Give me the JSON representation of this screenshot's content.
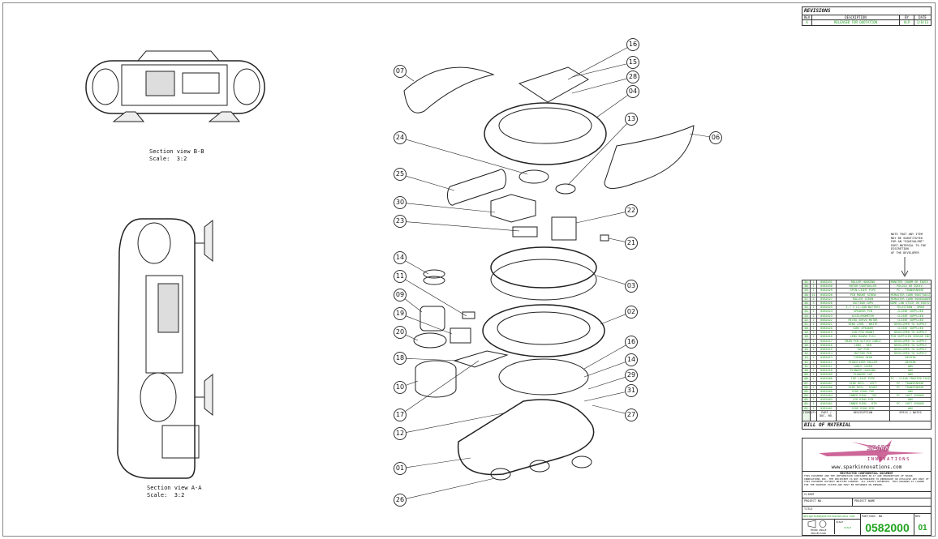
{
  "revisions": {
    "title": "REVISIONS",
    "headers": [
      "REV",
      "DESCRIPTION",
      "BY",
      "DATE"
    ],
    "rows": [
      {
        "rev": "A",
        "description": "RELEASED FOR QUOTATION",
        "by": "ALP",
        "date": "1/8/13"
      }
    ]
  },
  "views": [
    {
      "title": "Section view B-B",
      "scale": "Scale:  3:2"
    },
    {
      "title": "Section view A-A",
      "scale": "Scale:  3:2"
    }
  ],
  "callouts": [
    "16",
    "07",
    "15",
    "28",
    "04",
    "13",
    "06",
    "24",
    "25",
    "30",
    "23",
    "22",
    "21",
    "14",
    "11",
    "03",
    "09",
    "19",
    "02",
    "20",
    "16",
    "18",
    "14",
    "29",
    "10",
    "31",
    "17",
    "27",
    "12",
    "01",
    "26"
  ],
  "note": "NOTE THAT ANY ITEM\nMAY BE SUBSTITUTED\nFOR AN \"EQUIVALENT\"\nPART-MATERIAL TO THE\nDISCRETION\nOF THE DEVELOPER",
  "bom": {
    "title": "BILL OF MATERIAL",
    "headers": [
      "ITEM",
      "QTY",
      "PART / DOC. NO.",
      "DESCRIPTION",
      "SPECS / NOTES"
    ],
    "rows": [
      [
        "31",
        "1",
        "0582031",
        "ROLLER HOUSING",
        "MONSTER CHARM OR EQUIV."
      ],
      [
        "30",
        "1",
        "0582030",
        "MOTOR CONTROLLER",
        "POLOLU OR EQUIV."
      ],
      [
        "29",
        "1",
        "0582029",
        "SPIN LIGHT PIPE",
        "PC - TRANSPARENT"
      ],
      [
        "28",
        "10",
        "0582028",
        "PCB MOUNT SCREW",
        "MCMASTER CARR 90077A012"
      ],
      [
        "27",
        "4",
        "0582027",
        "ROLLER SCREW",
        "MCMASTER CARR 90065A069"
      ],
      [
        "26",
        "3",
        "0582026",
        "SUCTION CUPS",
        "SOME LOW STICK OR EQUIV."
      ],
      [
        "25",
        "1",
        "0582025",
        "3.7 V LI-ION BATTERY",
        "TELECTRON - 8MAH"
      ],
      [
        "24",
        "1",
        "0582024",
        "SPEAKER PCB",
        "CLIENT SUPPLIED"
      ],
      [
        "23",
        "1",
        "0582023",
        "ACCELEROMETER",
        "CLIENT SUPPLIED"
      ],
      [
        "22",
        "1",
        "0582022",
        "MICRO SERVO MOTOR",
        "CLIENT SUPPLIED"
      ],
      [
        "21",
        "1",
        "0582021",
        "RING LENS - WHITE",
        "DEVELOPER TO SUPPLY"
      ],
      [
        "20",
        "1",
        "0582020",
        "CORE SPEAKER",
        "CLIENT SUPPLIED"
      ],
      [
        "19",
        "1",
        "0582019",
        "LED PCB MOUNT",
        "DEVELOPER TO SUPPLY"
      ],
      [
        "18",
        "1",
        "0582018",
        "LENS BOARD FLEX",
        "PCB SUPPLIED SENSOR INC"
      ],
      [
        "17",
        "1",
        "0582017",
        "MAIN PCB W/FLEX CABLE",
        "DEVELOPER TO SUPPLY"
      ],
      [
        "16",
        "1",
        "0582016",
        "LENS - RED",
        "DEVELOPER TO SUPPLY"
      ],
      [
        "15",
        "1",
        "0582015",
        "TOP PCB",
        "DEVELOPER TO SUPPLY"
      ],
      [
        "14",
        "1",
        "0582014",
        "BOTTOM PCB",
        "DEVELOPER TO SUPPLY"
      ],
      [
        "13",
        "1",
        "0582013",
        "TIMING GEAR",
        "DELRIN"
      ],
      [
        "12",
        "1",
        "0582012",
        "STABILIZER ROLLER",
        "DELRIN"
      ],
      [
        "11",
        "1",
        "0582011",
        "CABLE COVER",
        "ABS"
      ],
      [
        "10",
        "1",
        "0582010",
        "PLUNGER HOUSING",
        "ABS"
      ],
      [
        "09",
        "1",
        "0582009",
        "PLUNGER CAP",
        "ABS"
      ],
      [
        "08",
        "1",
        "0582008",
        "TOP LIGHT PIPE",
        "PC - CLEAR FROSTED FACE"
      ],
      [
        "07",
        "1",
        "0582007",
        "SIDE REFL - LEFT",
        "PC - TRANSPARENT"
      ],
      [
        "06",
        "1",
        "0582006",
        "SIDE REFL - RIGHT",
        "PC - TRANSPARENT"
      ],
      [
        "05",
        "1",
        "0582005",
        "SIDE RING TOP",
        "ABS"
      ],
      [
        "04",
        "1",
        "0582004",
        "INNER RING - TOP",
        "PC - SOFT SPONGE"
      ],
      [
        "03",
        "1",
        "0582003",
        "LED RING PCB",
        "ABS"
      ],
      [
        "02",
        "1",
        "0582002",
        "INNER RING - BTM",
        "PC - SOFT SPONGE"
      ],
      [
        "01",
        "1",
        "0582001",
        "SIDE RING BTM",
        "ABS"
      ]
    ]
  },
  "title_block": {
    "logo_text": "SPARK INNOVATIONS",
    "url": "www.sparkinnovations.com",
    "confidential_title": "RESTRICTED  CONFIDENTIAL DOCUMENT",
    "confidential_text": "THIS DOCUMENT AND THE INFORMATION CONTAINED IN IT ARE PROPRIETARY OF SPARK INNOVATIONS INC. THE RECIPIENT IS NOT AUTHORIZED TO REPRODUCE OR DISCLOSE ANY PART OF THIS DOCUMENT WITHOUT WRITTEN CONSENT. ALL RIGHTS RESERVED. THIS DRAWING IS LOANED FOR THE PURPOSE STATED AND MUST BE RETURNED ON DEMAND.",
    "client_label": "CLIENT",
    "project_no_label": "PROJECT NO.",
    "project_name_label": "PROJECT NAME",
    "title_label": "TITLE",
    "email": "designteam@sparkinnovations.com",
    "projection_label": "THIRD ANGLE PROJECTION",
    "scale_label": "SCALE",
    "scale": "SCALE",
    "part_no_label": "PART/DOC. NO.",
    "part_no": "0582000",
    "sheet_label": "REV",
    "sheet": "01"
  },
  "colors": {
    "accent": "#1fa31f",
    "logo": "#b0306a"
  }
}
